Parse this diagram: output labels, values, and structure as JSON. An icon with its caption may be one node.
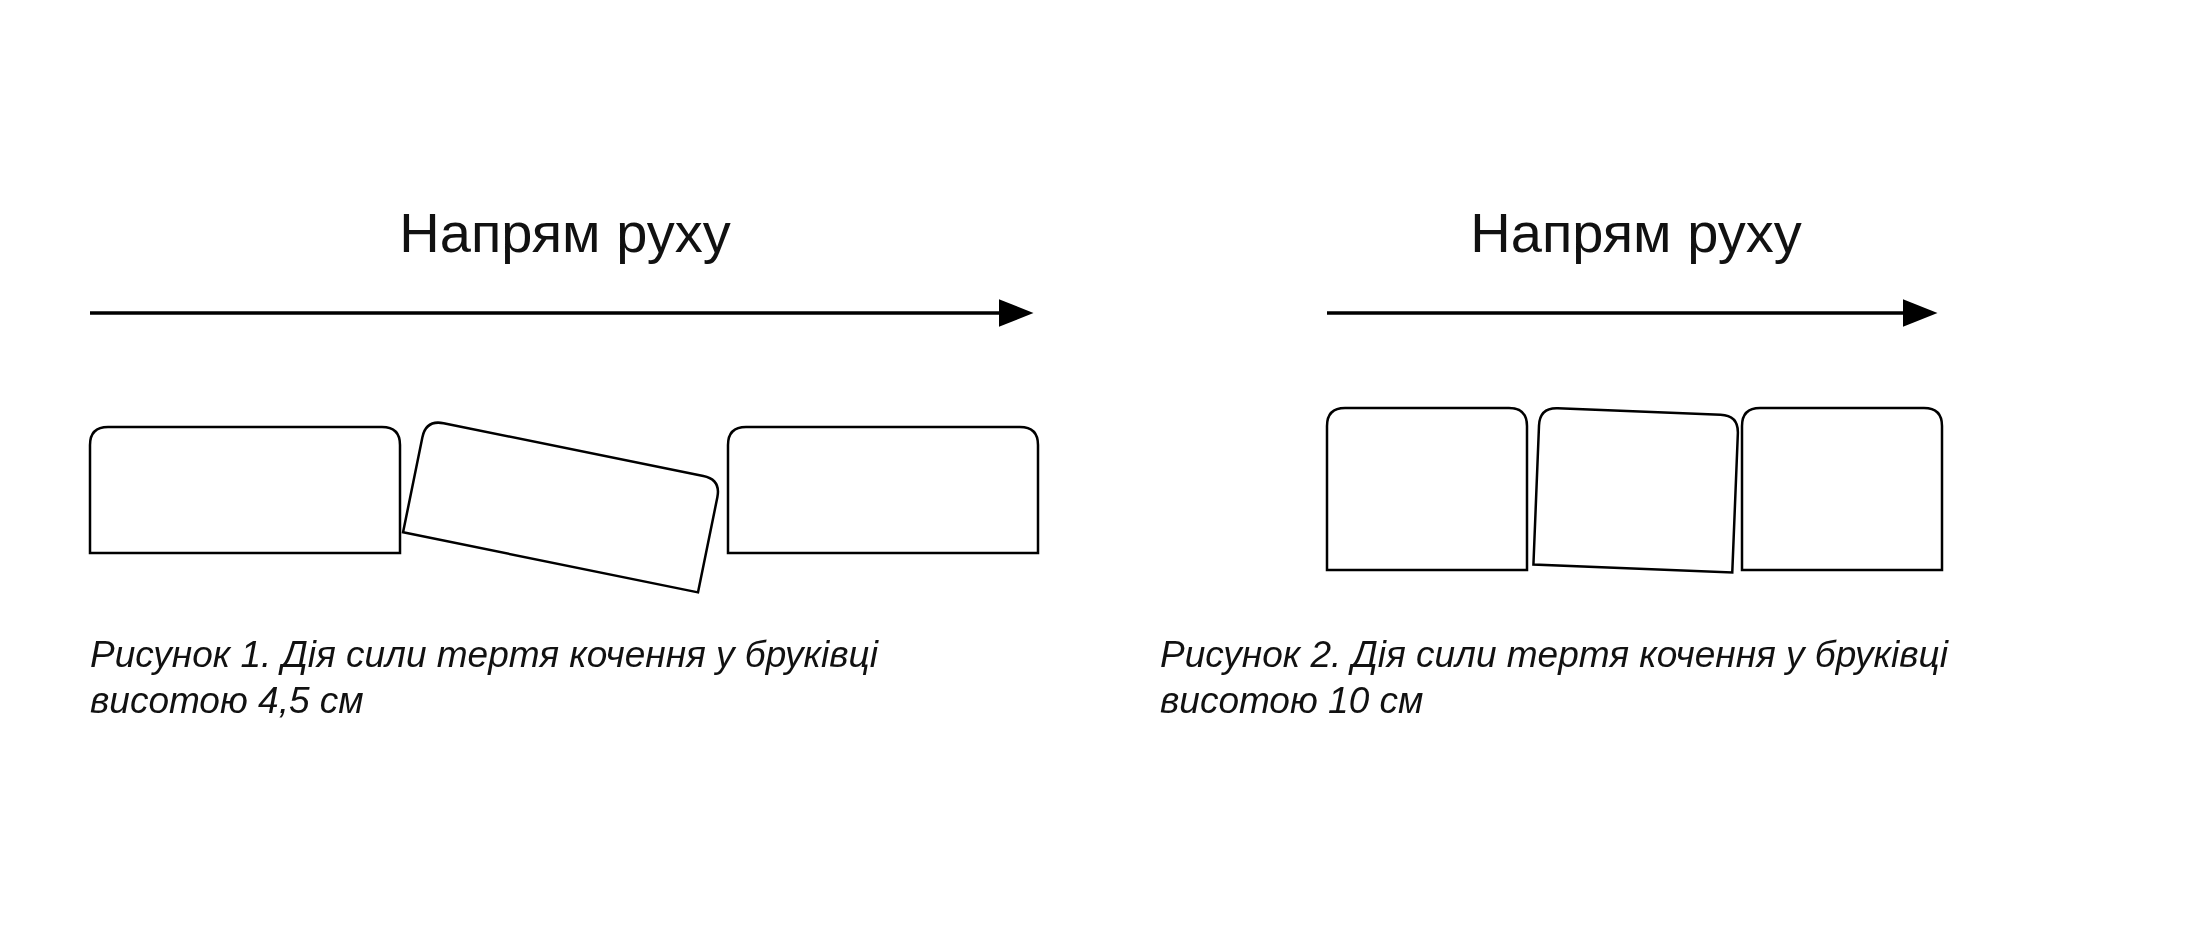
{
  "diagram": {
    "labels": [
      "Напрям руху",
      "Напрям руху",
      "Рисунок 1. Дія сили тертя кочення у бруківці висотою 4,5 см",
      "Рисунок 2. Дія сили тертя кочення у бруківці висотою 10 см"
    ]
  }
}
